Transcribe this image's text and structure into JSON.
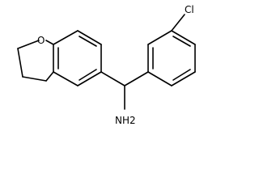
{
  "molecule": {
    "atoms": {
      "oxygen": "O",
      "chlorine": "Cl",
      "amine": "NH2"
    }
  },
  "colors": {
    "bond": "#000000",
    "text": "#000000",
    "background": "#ffffff"
  }
}
